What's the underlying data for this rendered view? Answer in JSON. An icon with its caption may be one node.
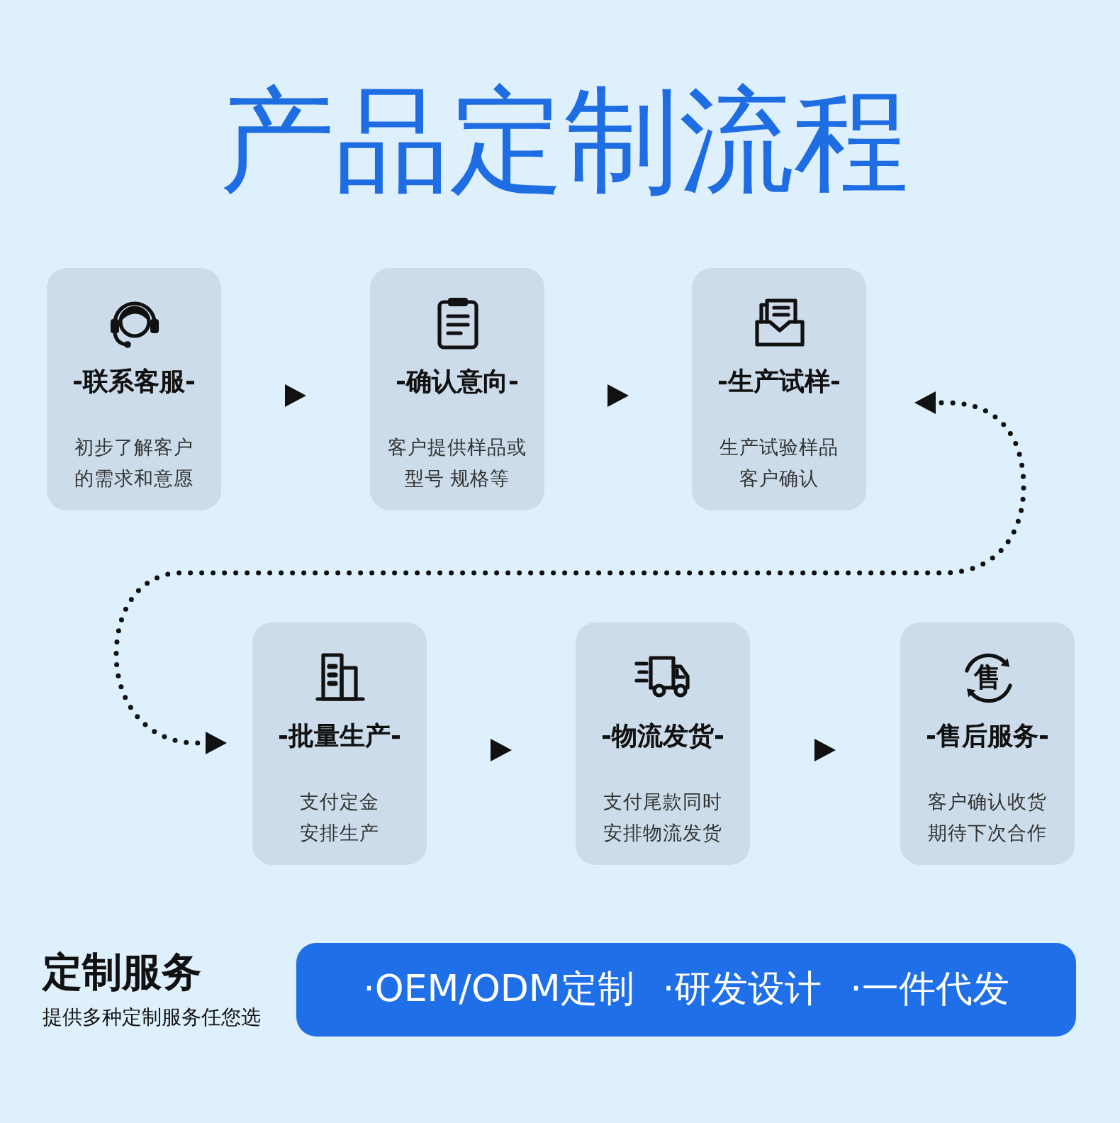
{
  "diagram": {
    "title": "产品定制流程",
    "nodes": [
      {
        "text": [
          "-联系客服-",
          "初步了解客户的需求和意愿"
        ]
      },
      {
        "text": [
          "-确认意向-",
          "客户提供样品或型号 规格等"
        ]
      },
      {
        "text": [
          "-生产试样-",
          "生产试验样品客户确认"
        ]
      },
      {
        "text": [
          "-批量生产-",
          "支付定金安排生产"
        ]
      },
      {
        "text": [
          "-物流发货-",
          "支付尾款同时安排物流发货"
        ]
      },
      {
        "text": [
          "售",
          "-售后服务-",
          "客户确认收货期待下次合作"
        ]
      },
      {
        "text": [
          "·OEM/ODM定制",
          "·研发设计",
          "·一件代发"
        ]
      }
    ],
    "edges": [
      {
        "from": 0,
        "to": 1,
        "arrow": "to"
      },
      {
        "from": 1,
        "to": 2,
        "arrow": "to"
      },
      {
        "from": 2,
        "to": 3,
        "arrow": "both",
        "style": "dashed"
      },
      {
        "from": 3,
        "to": 4,
        "arrow": "to"
      },
      {
        "from": 4,
        "to": 5,
        "arrow": "to"
      }
    ],
    "labels": [
      "定制服务",
      "提供多种定制服务任您选"
    ]
  }
}
